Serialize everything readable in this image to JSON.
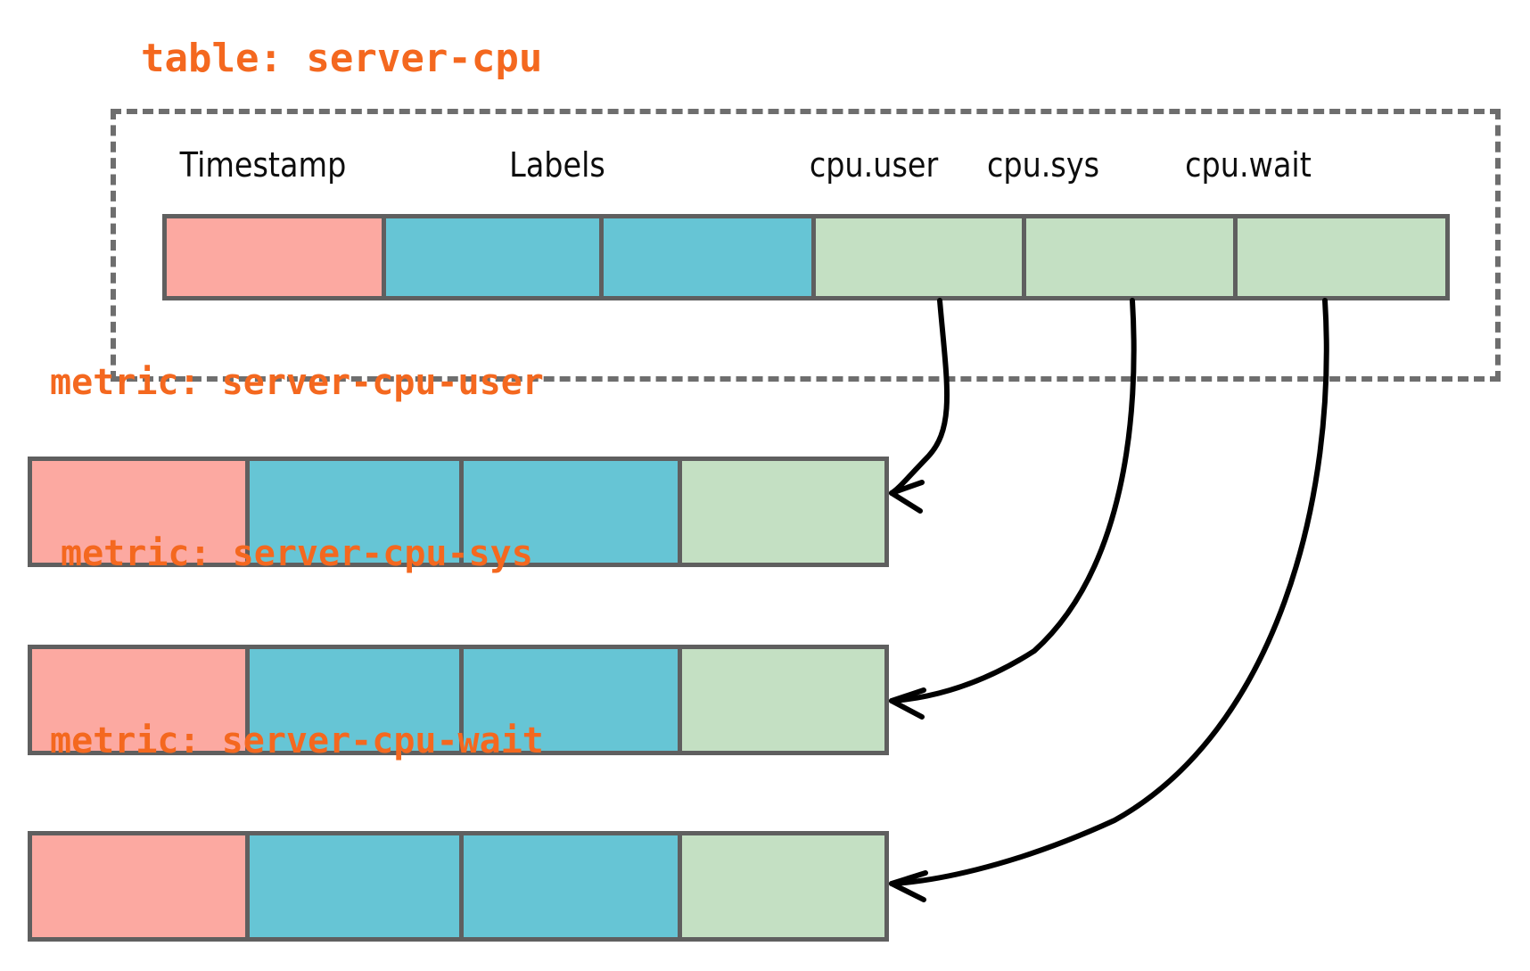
{
  "diagram": {
    "table": {
      "title": "table: server-cpu",
      "title_color": "#F4681F",
      "columns": [
        {
          "name": "Timestamp",
          "type": "timestamp",
          "color": "#FCA9A1"
        },
        {
          "name": "Labels",
          "type": "label",
          "color": "#66C5D5"
        },
        {
          "name": "",
          "type": "label",
          "color": "#66C5D5"
        },
        {
          "name": "cpu.user",
          "type": "value",
          "color": "#C4E0C3"
        },
        {
          "name": "cpu.sys",
          "type": "value",
          "color": "#C4E0C3"
        },
        {
          "name": "cpu.wait",
          "type": "value",
          "color": "#C4E0C3"
        }
      ]
    },
    "metrics": [
      {
        "title": "metric: server-cpu-user",
        "source_column": "cpu.user",
        "cells": [
          {
            "type": "timestamp",
            "color": "#FCA9A1"
          },
          {
            "type": "label",
            "color": "#66C5D5"
          },
          {
            "type": "label",
            "color": "#66C5D5"
          },
          {
            "type": "value",
            "color": "#C4E0C3"
          }
        ]
      },
      {
        "title": "metric: server-cpu-sys",
        "source_column": "cpu.sys",
        "cells": [
          {
            "type": "timestamp",
            "color": "#FCA9A1"
          },
          {
            "type": "label",
            "color": "#66C5D5"
          },
          {
            "type": "label",
            "color": "#66C5D5"
          },
          {
            "type": "value",
            "color": "#C4E0C3"
          }
        ]
      },
      {
        "title": "metric: server-cpu-wait",
        "source_column": "cpu.wait",
        "cells": [
          {
            "type": "timestamp",
            "color": "#FCA9A1"
          },
          {
            "type": "label",
            "color": "#66C5D5"
          },
          {
            "type": "label",
            "color": "#66C5D5"
          },
          {
            "type": "value",
            "color": "#C4E0C3"
          }
        ]
      }
    ],
    "colors": {
      "accent": "#F4681F",
      "border": "#5f5f5f",
      "dashed_border": "#6e6e6e",
      "timestamp": "#FCA9A1",
      "label": "#66C5D5",
      "value": "#C4E0C3",
      "arrow": "#000000"
    },
    "arrows": [
      {
        "from": "cpu.user",
        "to": "metric: server-cpu-user"
      },
      {
        "from": "cpu.sys",
        "to": "metric: server-cpu-sys"
      },
      {
        "from": "cpu.wait",
        "to": "metric: server-cpu-wait"
      }
    ]
  }
}
